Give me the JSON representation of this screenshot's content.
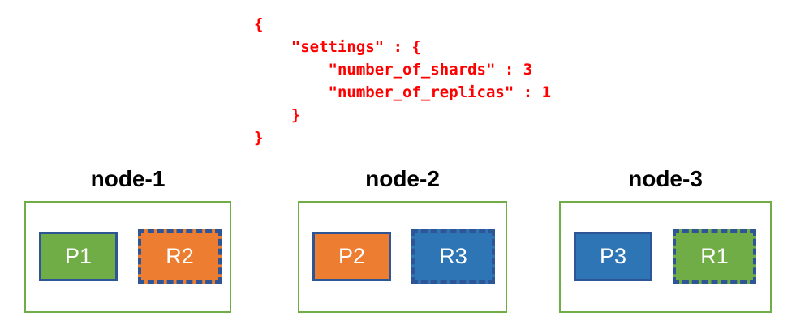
{
  "code_block": {
    "lines": [
      "{",
      "    \"settings\" : {",
      "        \"number_of_shards\" : 3",
      "        \"number_of_replicas\" : 1",
      "    }",
      "}"
    ]
  },
  "nodes": [
    {
      "title": "node-1",
      "shards": [
        {
          "label": "P1",
          "kind": "primary",
          "color": "green"
        },
        {
          "label": "R2",
          "kind": "replica",
          "color": "orange"
        }
      ]
    },
    {
      "title": "node-2",
      "shards": [
        {
          "label": "P2",
          "kind": "primary",
          "color": "orange"
        },
        {
          "label": "R3",
          "kind": "replica",
          "color": "blue"
        }
      ]
    },
    {
      "title": "node-3",
      "shards": [
        {
          "label": "P3",
          "kind": "primary",
          "color": "blue"
        },
        {
          "label": "R1",
          "kind": "replica",
          "color": "green"
        }
      ]
    }
  ],
  "colors": {
    "code_text": "#FF0000",
    "node_border": "#70AD47",
    "shard_green": "#70AD47",
    "shard_orange": "#ED7D31",
    "shard_blue": "#2E75B6",
    "shard_border": "#2E5596",
    "title_text": "#000000",
    "shard_label_text": "#FFFFFF"
  }
}
